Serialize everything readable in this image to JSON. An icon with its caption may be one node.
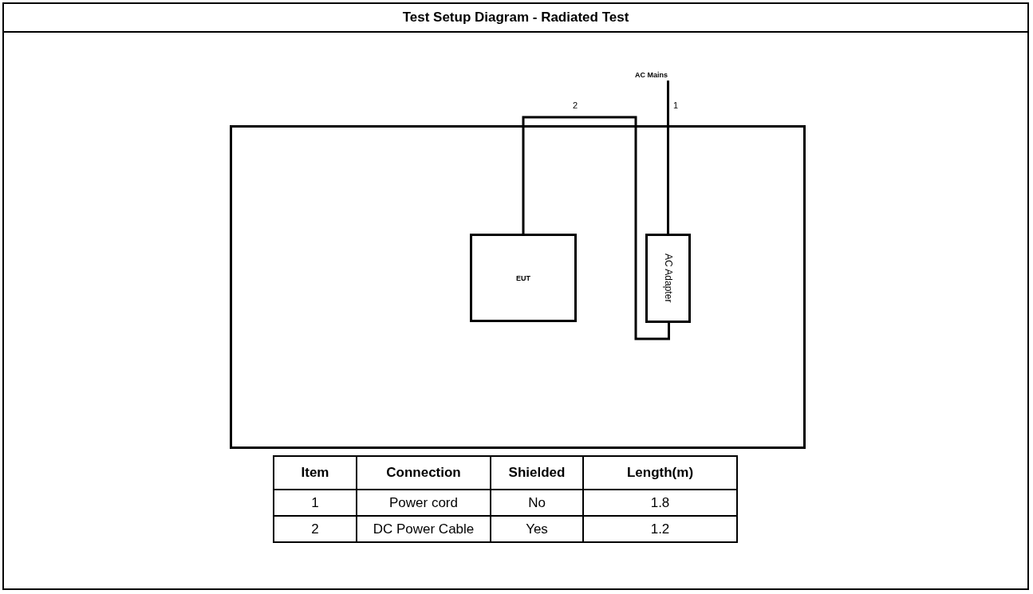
{
  "diagram": {
    "title": "Test Setup Diagram - Radiated Test",
    "nodes": [
      {
        "text": [],
        "shape": "box"
      },
      {
        "text": [
          "EUT"
        ],
        "in": 0
      },
      {
        "text": [
          "AC Adapter"
        ],
        "in": 0
      },
      {
        "text": [
          "AC Mains"
        ]
      }
    ],
    "edges": [
      {
        "from": 3,
        "to": 2,
        "arrow": "none",
        "label": "1"
      },
      {
        "from": 1,
        "to": 2,
        "arrow": "none",
        "label": "2"
      }
    ],
    "labels": [
      "Item",
      "Connection",
      "Shielded",
      "Length(m)",
      "1",
      "Power cord",
      "No",
      "1.8",
      "2",
      "DC Power Cable",
      "Yes",
      "1.2"
    ]
  }
}
